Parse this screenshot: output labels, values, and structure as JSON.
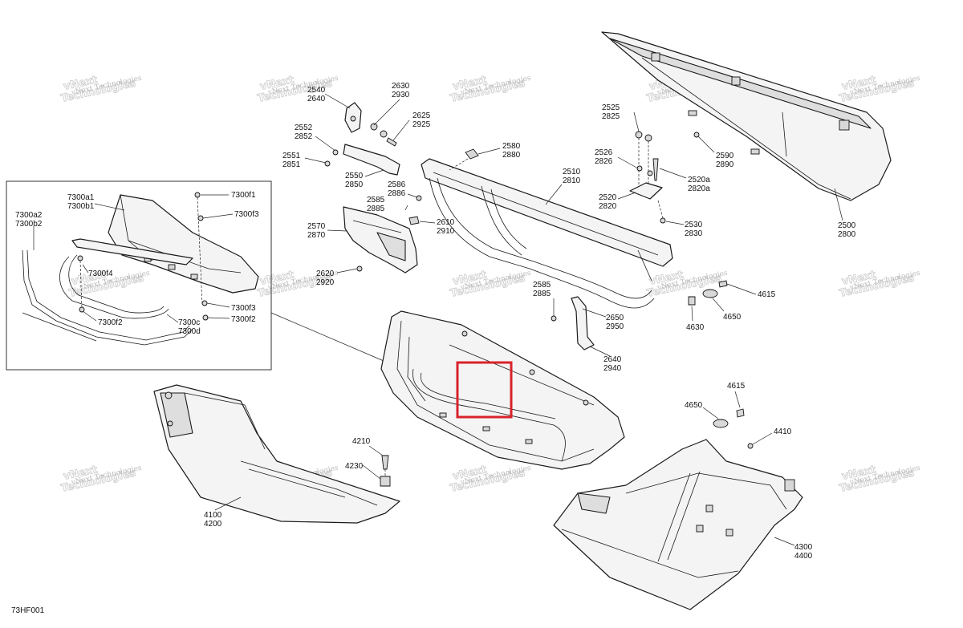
{
  "figure_code": "73HF001",
  "watermark": {
    "line1": "vNext",
    "line2": "Technologies",
    "overlay": "vNext Technologies"
  },
  "callouts": {
    "c2500": {
      "a": "2500",
      "b": "2800"
    },
    "c2510": {
      "a": "2510",
      "b": "2810"
    },
    "c2520": {
      "a": "2520",
      "b": "2820"
    },
    "c2520a": {
      "a": "2520a",
      "b": "2820a"
    },
    "c2525": {
      "a": "2525",
      "b": "2825"
    },
    "c2526": {
      "a": "2526",
      "b": "2826"
    },
    "c2530": {
      "a": "2530",
      "b": "2830"
    },
    "c2540": {
      "a": "2540",
      "b": "2640"
    },
    "c2550": {
      "a": "2550",
      "b": "2850"
    },
    "c2551": {
      "a": "2551",
      "b": "2851"
    },
    "c2552": {
      "a": "2552",
      "b": "2852"
    },
    "c2570": {
      "a": "2570",
      "b": "2870"
    },
    "c2580": {
      "a": "2580",
      "b": "2880"
    },
    "c2585a": {
      "a": "2585",
      "b": "2885"
    },
    "c2585b": {
      "a": "2585",
      "b": "2885"
    },
    "c2586": {
      "a": "2586",
      "b": "2886"
    },
    "c2590": {
      "a": "2590",
      "b": "2890"
    },
    "c2610": {
      "a": "2610",
      "b": "2910"
    },
    "c2620": {
      "a": "2620",
      "b": "2920"
    },
    "c2625": {
      "a": "2625",
      "b": "2925"
    },
    "c2630": {
      "a": "2630",
      "b": "2930"
    },
    "c2640": {
      "a": "2640",
      "b": "2940"
    },
    "c2650": {
      "a": "2650",
      "b": "2950"
    },
    "c4100": {
      "a": "4100",
      "b": "4200"
    },
    "c4210": {
      "a": "4210"
    },
    "c4230": {
      "a": "4230"
    },
    "c4300": {
      "a": "4300",
      "b": "4400"
    },
    "c4410": {
      "a": "4410"
    },
    "c4615a": {
      "a": "4615"
    },
    "c4615b": {
      "a": "4615"
    },
    "c4630": {
      "a": "4630"
    },
    "c4650a": {
      "a": "4650"
    },
    "c4650b": {
      "a": "4650"
    },
    "c7300a1": {
      "a": "7300a1",
      "b": "7300b1"
    },
    "c7300a2": {
      "a": "7300a2",
      "b": "7300b2"
    },
    "c7300c": {
      "a": "7300c",
      "b": "7300d"
    },
    "c7300f1": {
      "a": "7300f1"
    },
    "c7300f2a": {
      "a": "7300f2"
    },
    "c7300f2b": {
      "a": "7300f2"
    },
    "c7300f3a": {
      "a": "7300f3"
    },
    "c7300f3b": {
      "a": "7300f3"
    },
    "c7300f4": {
      "a": "7300f4"
    }
  },
  "highlight": {
    "color": "#d9222a"
  }
}
